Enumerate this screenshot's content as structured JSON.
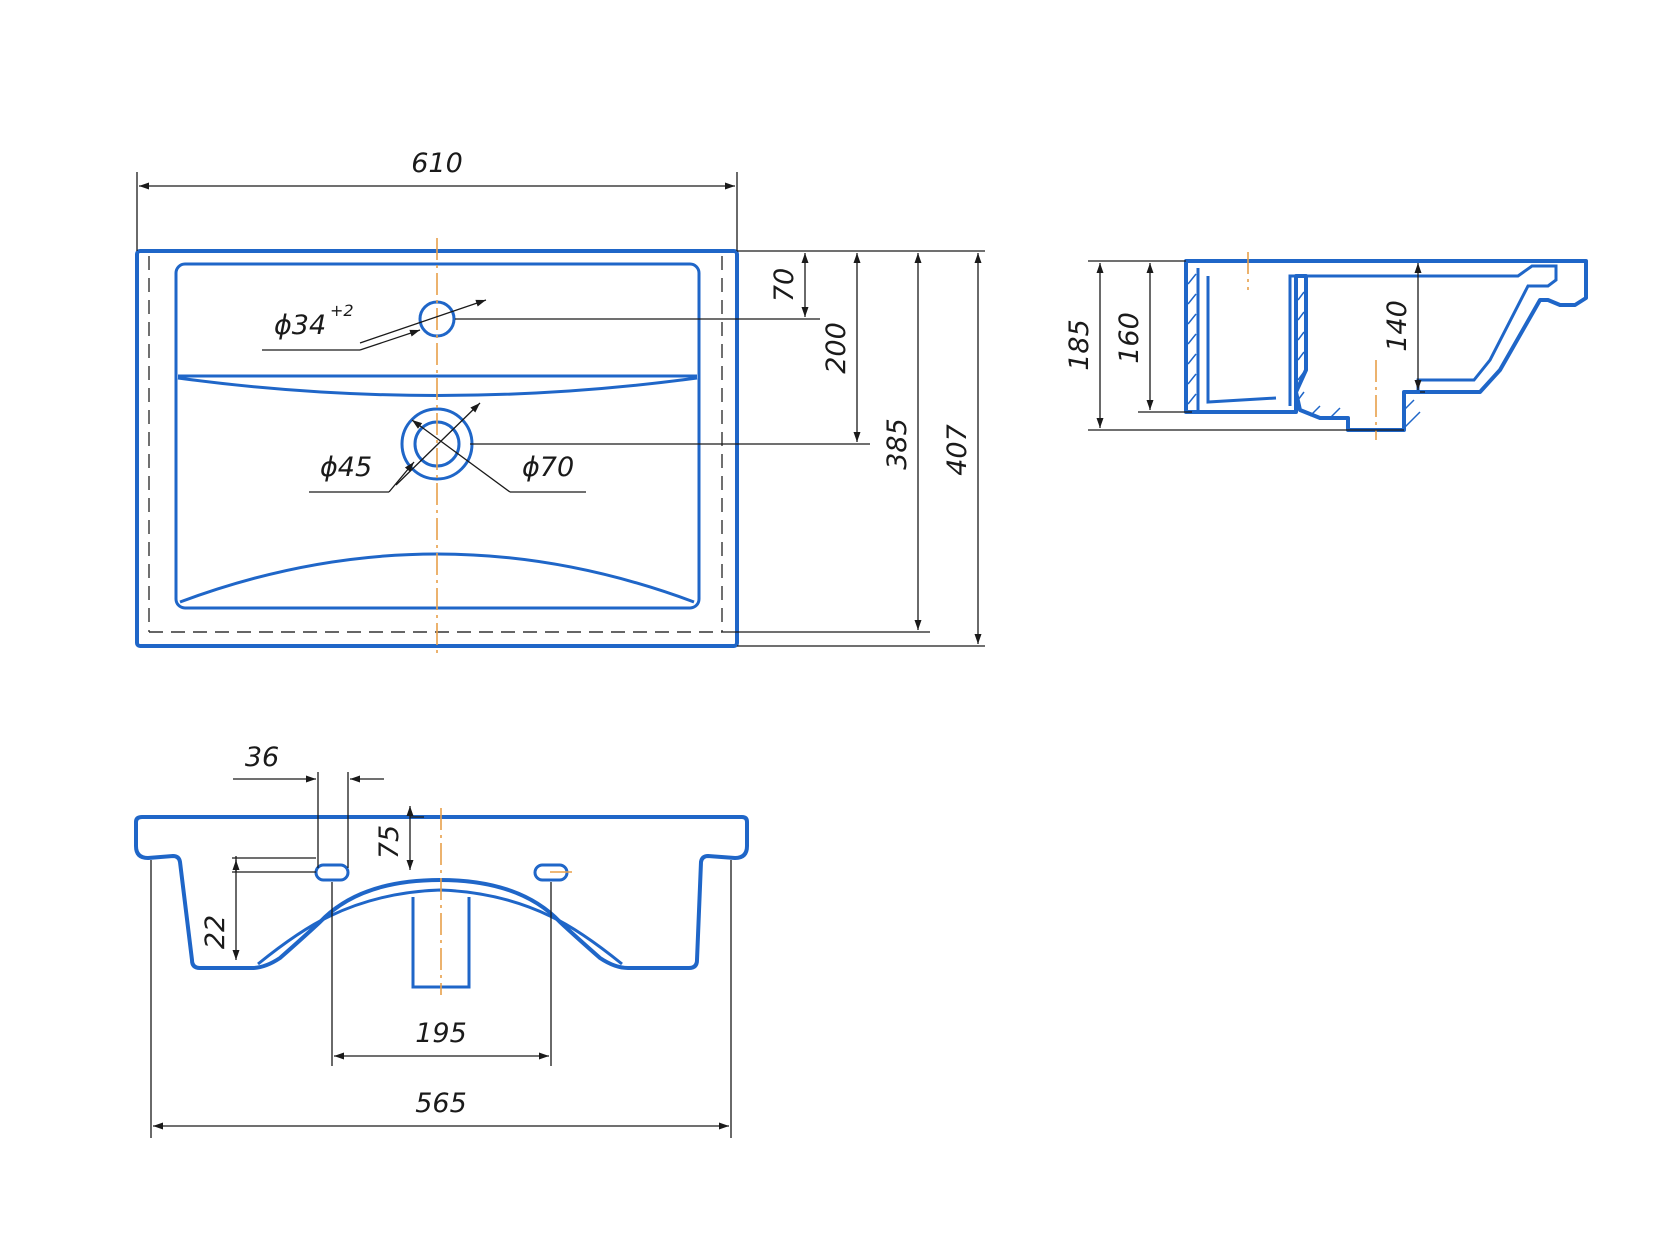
{
  "colors": {
    "outline": "#1f66c8",
    "dimension": "#1a1a1a",
    "centerline": "#e8a04a"
  },
  "top_view": {
    "width": "610",
    "hole_tap": "ϕ34",
    "hole_tap_tolerance": "+2",
    "dim_70": "70",
    "dim_200": "200",
    "dim_385": "385",
    "dim_407": "407",
    "drain_inner": "ϕ45",
    "drain_outer": "ϕ70"
  },
  "side_view": {
    "dim_185": "185",
    "dim_160": "160",
    "dim_140": "140"
  },
  "front_view": {
    "dim_36": "36",
    "dim_75": "75",
    "dim_22": "22",
    "dim_195": "195",
    "dim_565": "565"
  }
}
